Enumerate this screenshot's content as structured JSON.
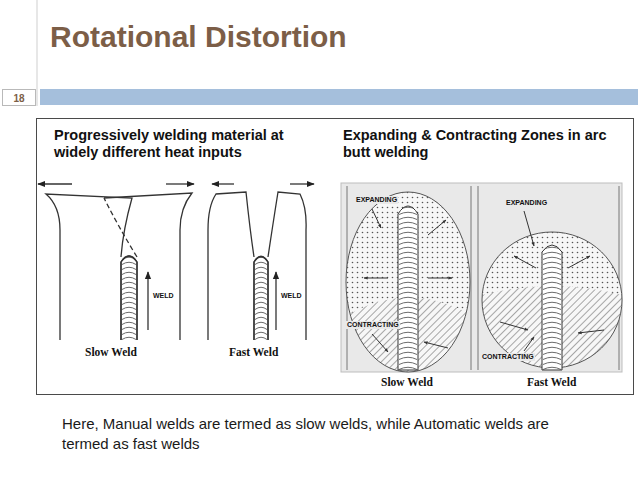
{
  "diagram": {
    "title": "Rotational Distortion",
    "caption": "Here, Manual welds are termed as slow welds, while Automatic welds are termed as fast welds",
    "nodes": [
      {
        "text": [
          "18"
        ]
      },
      {
        "text": [
          "Progressively welding material at widely different heat inputs",
          "Expanding & Contracting Zones in arc butt welding"
        ]
      }
    ],
    "labels": [
      "WELD",
      "WELD",
      "Slow Weld",
      "Fast Weld",
      "EXPANDING",
      "EXPANDING",
      "CONTRACTING",
      "CONTRACTING",
      "Slow Weld",
      "Fast Weld"
    ]
  }
}
